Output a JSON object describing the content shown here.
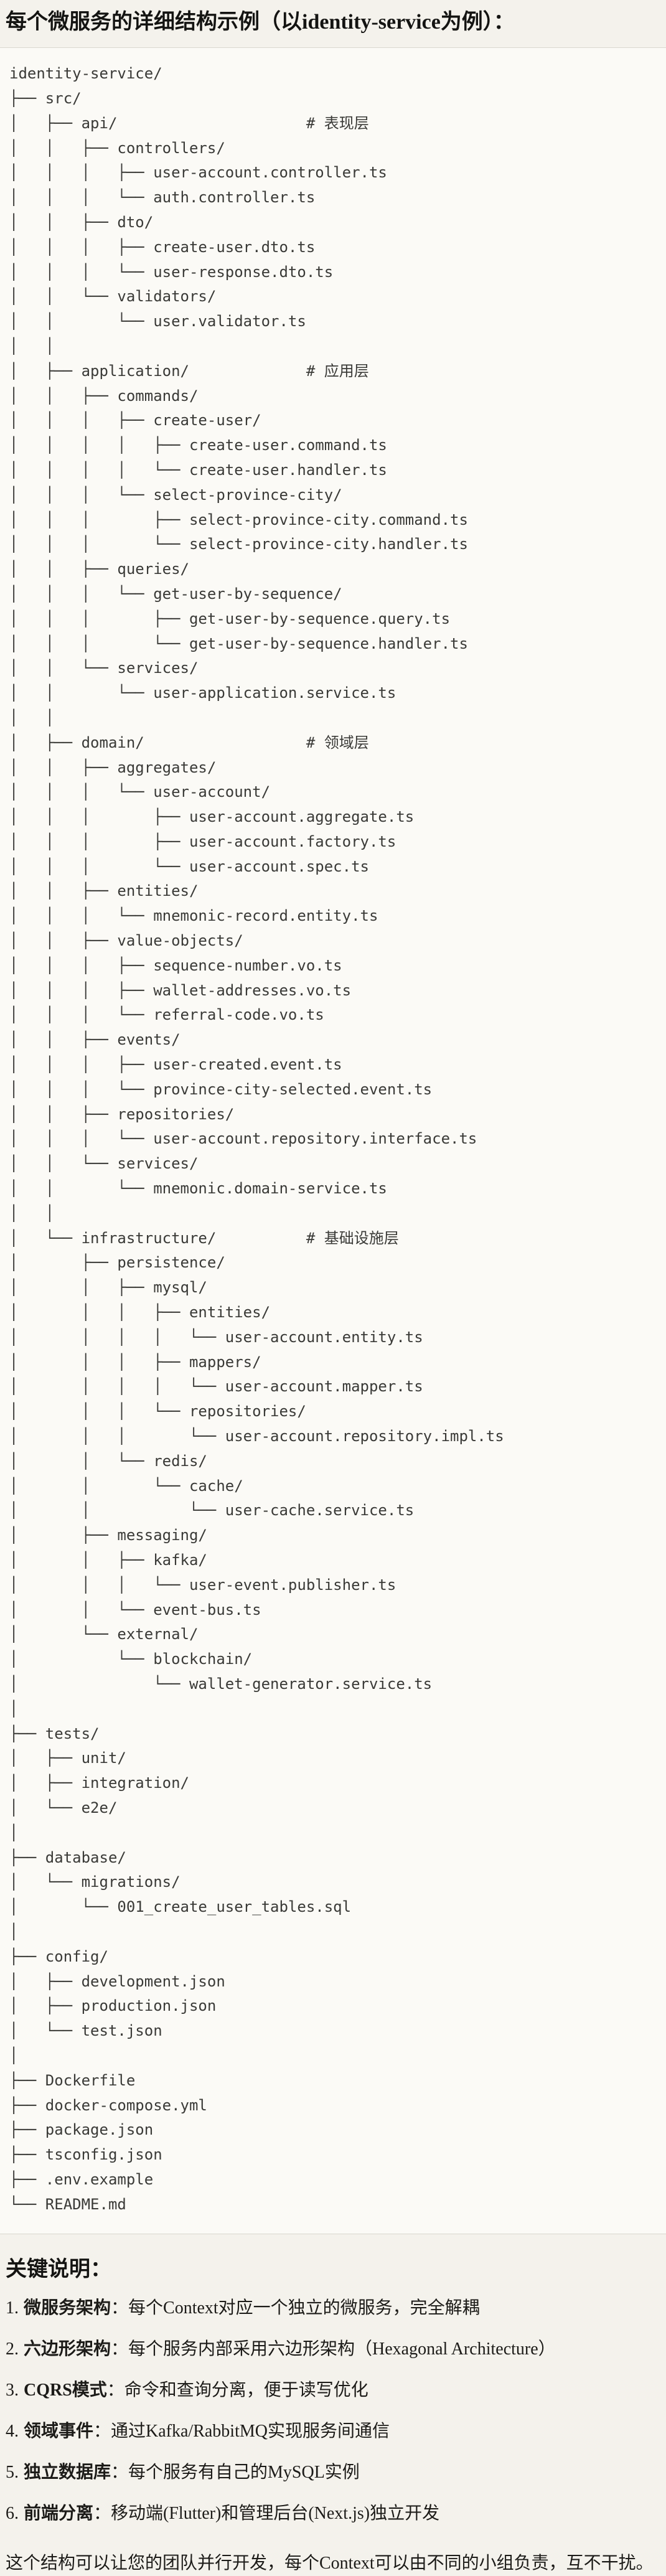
{
  "title": "每个微服务的详细结构示例（以identity-service为例）：",
  "colors": {
    "page-bg": "#f4f2ec",
    "code-bg": "#fbfaf6",
    "border": "#d9d7cf",
    "tree-text": "#3a3a37",
    "body-text": "#1c1b18",
    "title-text": "#141412"
  },
  "code_block": {
    "language": "text",
    "layer_comments": [
      "# 表现层",
      "# 应用层",
      "# 领域层",
      "# 基础设施层"
    ],
    "tree_lines": [
      "identity-service/",
      "├── src/",
      "│   ├── api/                     # 表现层",
      "│   │   ├── controllers/",
      "│   │   │   ├── user-account.controller.ts",
      "│   │   │   └── auth.controller.ts",
      "│   │   ├── dto/",
      "│   │   │   ├── create-user.dto.ts",
      "│   │   │   └── user-response.dto.ts",
      "│   │   └── validators/",
      "│   │       └── user.validator.ts",
      "│   │",
      "│   ├── application/             # 应用层",
      "│   │   ├── commands/",
      "│   │   │   ├── create-user/",
      "│   │   │   │   ├── create-user.command.ts",
      "│   │   │   │   └── create-user.handler.ts",
      "│   │   │   └── select-province-city/",
      "│   │   │       ├── select-province-city.command.ts",
      "│   │   │       └── select-province-city.handler.ts",
      "│   │   ├── queries/",
      "│   │   │   └── get-user-by-sequence/",
      "│   │   │       ├── get-user-by-sequence.query.ts",
      "│   │   │       └── get-user-by-sequence.handler.ts",
      "│   │   └── services/",
      "│   │       └── user-application.service.ts",
      "│   │",
      "│   ├── domain/                  # 领域层",
      "│   │   ├── aggregates/",
      "│   │   │   └── user-account/",
      "│   │   │       ├── user-account.aggregate.ts",
      "│   │   │       ├── user-account.factory.ts",
      "│   │   │       └── user-account.spec.ts",
      "│   │   ├── entities/",
      "│   │   │   └── mnemonic-record.entity.ts",
      "│   │   ├── value-objects/",
      "│   │   │   ├── sequence-number.vo.ts",
      "│   │   │   ├── wallet-addresses.vo.ts",
      "│   │   │   └── referral-code.vo.ts",
      "│   │   ├── events/",
      "│   │   │   ├── user-created.event.ts",
      "│   │   │   └── province-city-selected.event.ts",
      "│   │   ├── repositories/",
      "│   │   │   └── user-account.repository.interface.ts",
      "│   │   └── services/",
      "│   │       └── mnemonic.domain-service.ts",
      "│   │",
      "│   └── infrastructure/          # 基础设施层",
      "│       ├── persistence/",
      "│       │   ├── mysql/",
      "│       │   │   ├── entities/",
      "│       │   │   │   └── user-account.entity.ts",
      "│       │   │   ├── mappers/",
      "│       │   │   │   └── user-account.mapper.ts",
      "│       │   │   └── repositories/",
      "│       │   │       └── user-account.repository.impl.ts",
      "│       │   └── redis/",
      "│       │       └── cache/",
      "│       │           └── user-cache.service.ts",
      "│       ├── messaging/",
      "│       │   ├── kafka/",
      "│       │   │   └── user-event.publisher.ts",
      "│       │   └── event-bus.ts",
      "│       └── external/",
      "│           └── blockchain/",
      "│               └── wallet-generator.service.ts",
      "│",
      "├── tests/",
      "│   ├── unit/",
      "│   ├── integration/",
      "│   └── e2e/",
      "│",
      "├── database/",
      "│   └── migrations/",
      "│       └── 001_create_user_tables.sql",
      "│",
      "├── config/",
      "│   ├── development.json",
      "│   ├── production.json",
      "│   └── test.json",
      "│",
      "├── Dockerfile",
      "├── docker-compose.yml",
      "├── package.json",
      "├── tsconfig.json",
      "├── .env.example",
      "└── README.md"
    ]
  },
  "notes": {
    "heading": "关键说明：",
    "items": [
      {
        "num": "1.",
        "label": "微服务架构",
        "text": "：每个Context对应一个独立的微服务，完全解耦"
      },
      {
        "num": "2.",
        "label": "六边形架构",
        "text": "：每个服务内部采用六边形架构（Hexagonal Architecture）"
      },
      {
        "num": "3.",
        "label": "CQRS模式",
        "text": "：命令和查询分离，便于读写优化"
      },
      {
        "num": "4.",
        "label": "领域事件",
        "text": "：通过Kafka/RabbitMQ实现服务间通信"
      },
      {
        "num": "5.",
        "label": "独立数据库",
        "text": "：每个服务有自己的MySQL实例"
      },
      {
        "num": "6.",
        "label": "前端分离",
        "text": "：移动端(Flutter)和管理后台(Next.js)独立开发"
      }
    ],
    "footer": "这个结构可以让您的团队并行开发，每个Context可以由不同的小组负责，互不干扰。"
  }
}
